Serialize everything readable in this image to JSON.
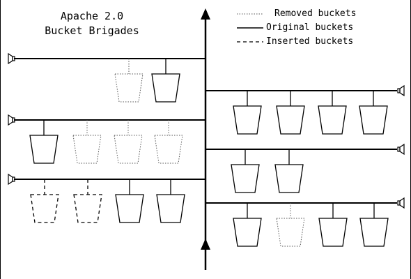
{
  "title": {
    "line1": "Apache 2.0",
    "line2": "Bucket Brigades"
  },
  "legend": {
    "removed": "Removed buckets",
    "original": "Original buckets",
    "inserted": "Inserted buckets"
  },
  "brigades": {
    "left": [
      {
        "id": "L1",
        "buckets": [
          "removed",
          "original"
        ]
      },
      {
        "id": "L2",
        "buckets": [
          "original",
          "removed",
          "removed",
          "removed"
        ]
      },
      {
        "id": "L3",
        "buckets": [
          "inserted",
          "inserted",
          "original",
          "original"
        ]
      }
    ],
    "right": [
      {
        "id": "R1",
        "buckets": [
          "original",
          "original",
          "original",
          "original"
        ]
      },
      {
        "id": "R2",
        "buckets": [
          "original",
          "original"
        ]
      },
      {
        "id": "R3",
        "buckets": [
          "original",
          "removed",
          "original",
          "original"
        ]
      }
    ]
  },
  "colors": {
    "line": "#000000",
    "removed": "#555555",
    "background": "#ffffff"
  }
}
